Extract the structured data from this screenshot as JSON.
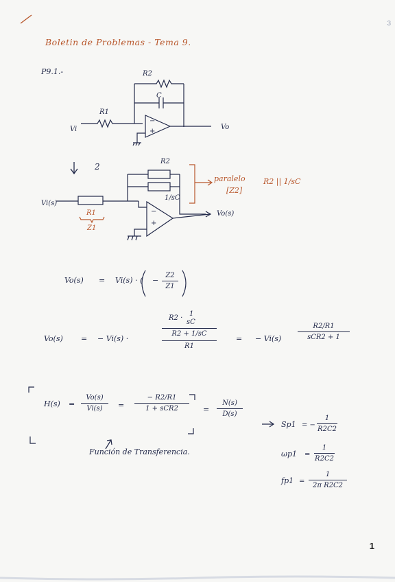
{
  "header": {
    "title": "Boletin de Problemas - Tema 9.",
    "corner_mark": "3",
    "page_number": "1"
  },
  "problem": {
    "label": "P9.1.-",
    "step_marker": "2"
  },
  "circuit1": {
    "r2": "R2",
    "c": "C",
    "r1": "R1",
    "vi": "Vi",
    "vo": "Vo",
    "minus": "−",
    "plus": "+"
  },
  "circuit2": {
    "r2": "R2",
    "c": "1/sC",
    "r1": "R1",
    "z1": "Z1",
    "vi": "Vi(s)",
    "vo": "Vo(s)",
    "minus": "−",
    "plus": "+",
    "note_paralelo": "paralelo",
    "note_z2": "[Z2]",
    "note_result": "R2 || 1/sC"
  },
  "eq1": {
    "lhs": "Vo(s)",
    "eq": "=",
    "rhs_a": "Vi(s) · (",
    "num": "Z2",
    "den": "Z1",
    "rhs_b": ")",
    "minus": "−"
  },
  "eq2": {
    "lhs": "Vo(s)",
    "eq": "=",
    "minus_vi": "− Vi(s) ·",
    "top_num_a": "R2 ·",
    "top_num_b": "1",
    "top_num_c": "sC",
    "top_den": "R2 + 1/sC",
    "den": "R1",
    "eq2": "=",
    "rhs_vi": "− Vi(s)",
    "rhs_num": "R2/R1",
    "rhs_den": "sCR2 + 1"
  },
  "eq3": {
    "lhs": "H(s)",
    "eq": "=",
    "f1_num": "Vo(s)",
    "f1_den": "Vi(s)",
    "eq2": "=",
    "f2_num": "− R2/R1",
    "f2_den": "1 + sCR2",
    "eq3": "=",
    "f3_num": "N(s)",
    "f3_den": "D(s)",
    "caption": "Función de Transferencia."
  },
  "poles": {
    "sp1": "Sp1",
    "sp1_eq": "= −",
    "sp1_num": "1",
    "sp1_den": "R2C2",
    "wp1": "ωp1",
    "wp1_eq": "=",
    "wp1_num": "1",
    "wp1_den": "R2C2",
    "fp1": "fp1",
    "fp1_eq": "=",
    "fp1_num": "1",
    "fp1_den": "2π R2C2"
  }
}
